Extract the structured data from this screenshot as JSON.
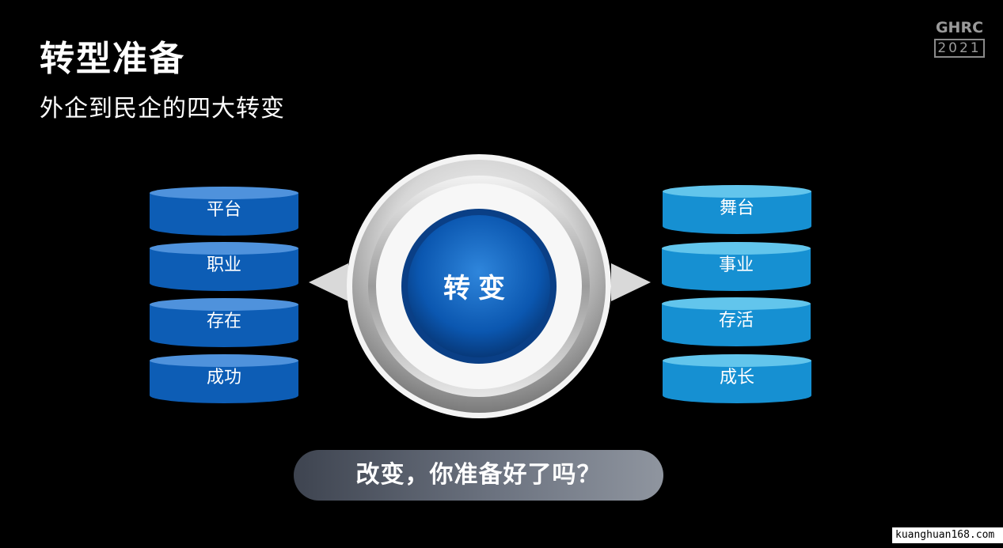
{
  "slide": {
    "title": "转型准备",
    "subtitle": "外企到民企的四大转变"
  },
  "logo": {
    "line1": "GHRC",
    "line2": "2021"
  },
  "left_stack": {
    "color_top": "#4b8ed8",
    "color_body": "#0e5fb8",
    "items": [
      "平台",
      "职业",
      "存在",
      "成功"
    ]
  },
  "right_stack": {
    "color_top": "#5cc1ea",
    "color_body": "#1792d4",
    "items": [
      "舞台",
      "事业",
      "存活",
      "成长"
    ]
  },
  "center": {
    "label": "转变"
  },
  "banner": {
    "text": "改变，你准备好了吗？"
  },
  "watermark": "kuanghuan168.com"
}
